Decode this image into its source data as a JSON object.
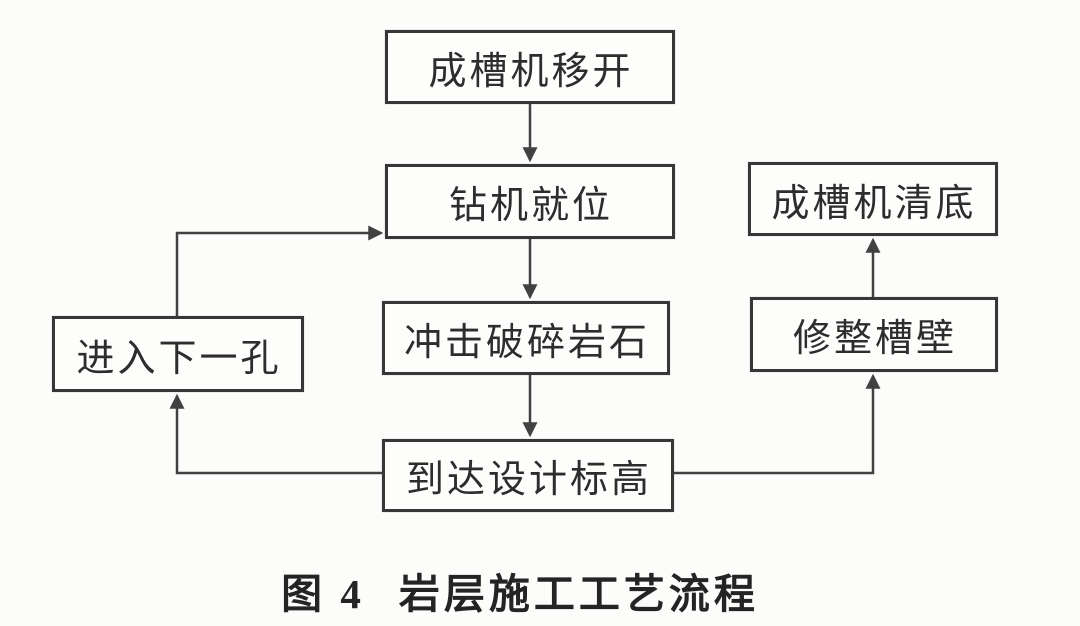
{
  "figure": {
    "label": "图 4",
    "title": "岩层施工工艺流程"
  },
  "flowchart": {
    "nodes": [
      {
        "id": "trench-machine-move-away",
        "label": "成槽机移开"
      },
      {
        "id": "drill-rig-in-position",
        "label": "钻机就位"
      },
      {
        "id": "impact-break-rock",
        "label": "冲击破碎岩石"
      },
      {
        "id": "reach-design-elevation",
        "label": "到达设计标高"
      },
      {
        "id": "enter-next-hole",
        "label": "进入下一孔"
      },
      {
        "id": "trim-trench-wall",
        "label": "修整槽壁"
      },
      {
        "id": "trench-machine-clean-bottom",
        "label": "成槽机清底"
      }
    ],
    "edges": [
      {
        "from": "trench-machine-move-away",
        "to": "drill-rig-in-position"
      },
      {
        "from": "drill-rig-in-position",
        "to": "impact-break-rock"
      },
      {
        "from": "impact-break-rock",
        "to": "reach-design-elevation"
      },
      {
        "from": "reach-design-elevation",
        "to": "enter-next-hole"
      },
      {
        "from": "enter-next-hole",
        "to": "drill-rig-in-position"
      },
      {
        "from": "reach-design-elevation",
        "to": "trim-trench-wall"
      },
      {
        "from": "trim-trench-wall",
        "to": "trench-machine-clean-bottom"
      }
    ]
  },
  "colors": {
    "ink": "#414141",
    "box_border": "#373737",
    "text": "#2d2d2d",
    "paper": "#fcfcfb"
  }
}
